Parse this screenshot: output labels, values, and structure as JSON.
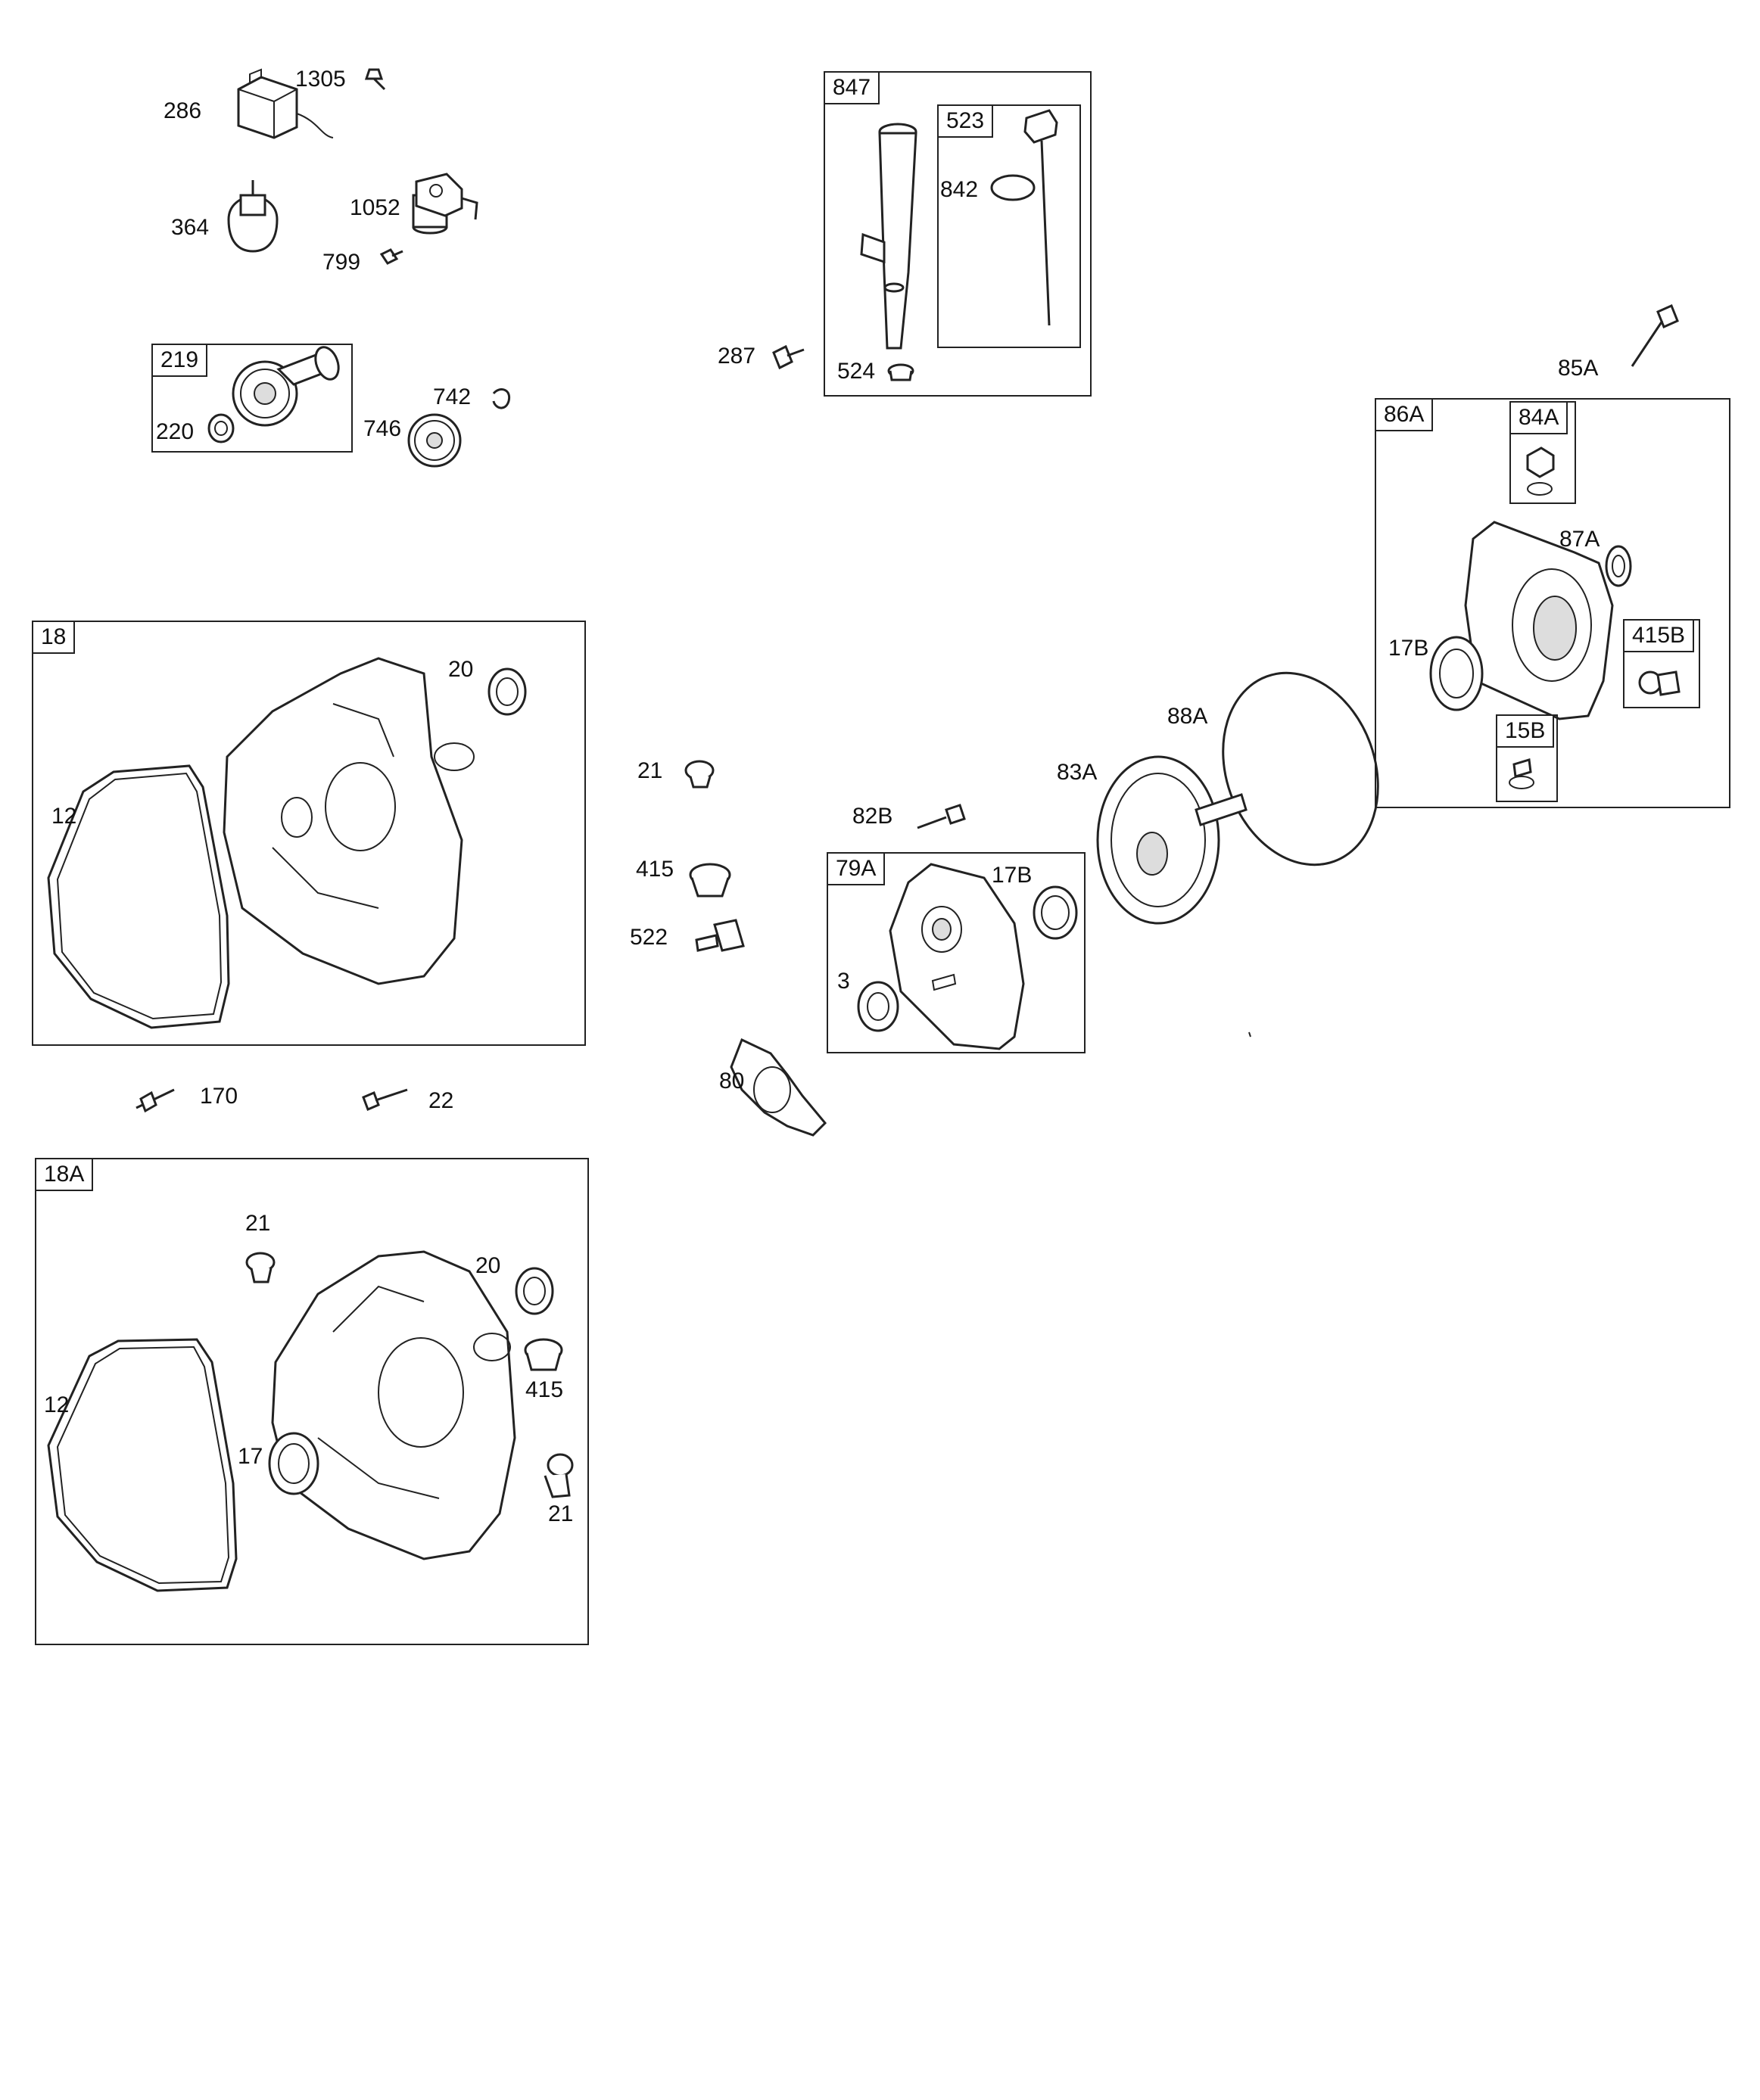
{
  "boxes": {
    "b847": "847",
    "b523": "523",
    "b219": "219",
    "b86A": "86A",
    "b84A": "84A",
    "b415B": "415B",
    "b15B": "15B",
    "b18": "18",
    "b79A": "79A",
    "b18A": "18A"
  },
  "labels": {
    "l1305": "1305",
    "l286": "286",
    "l364": "364",
    "l1052": "1052",
    "l799": "799",
    "l220": "220",
    "l742": "742",
    "l746": "746",
    "l842": "842",
    "l287": "287",
    "l524": "524",
    "l85A": "85A",
    "l87A": "87A",
    "l17B_a": "17B",
    "l88A": "88A",
    "l83A": "83A",
    "l21_a": "21",
    "l82B": "82B",
    "l415_a": "415",
    "l522": "522",
    "l17B_b": "17B",
    "l3": "3",
    "l80": "80",
    "l20_a": "20",
    "l12_a": "12",
    "l170": "170",
    "l22": "22",
    "l21_b": "21",
    "l20_b": "20",
    "l12_b": "12",
    "l415_b": "415",
    "l17": "17",
    "l21_c": "21"
  },
  "icons": [
    "coil-icon",
    "switch-icon",
    "solenoid-icon",
    "gear-icon",
    "washer-icon",
    "dipstick-tube-icon",
    "dipstick-icon",
    "o-ring-icon",
    "bolt-icon",
    "crankcase-cover-icon",
    "gasket-icon",
    "bearing-icon",
    "seal-icon",
    "plug-icon",
    "drum-icon",
    "cover-icon"
  ]
}
